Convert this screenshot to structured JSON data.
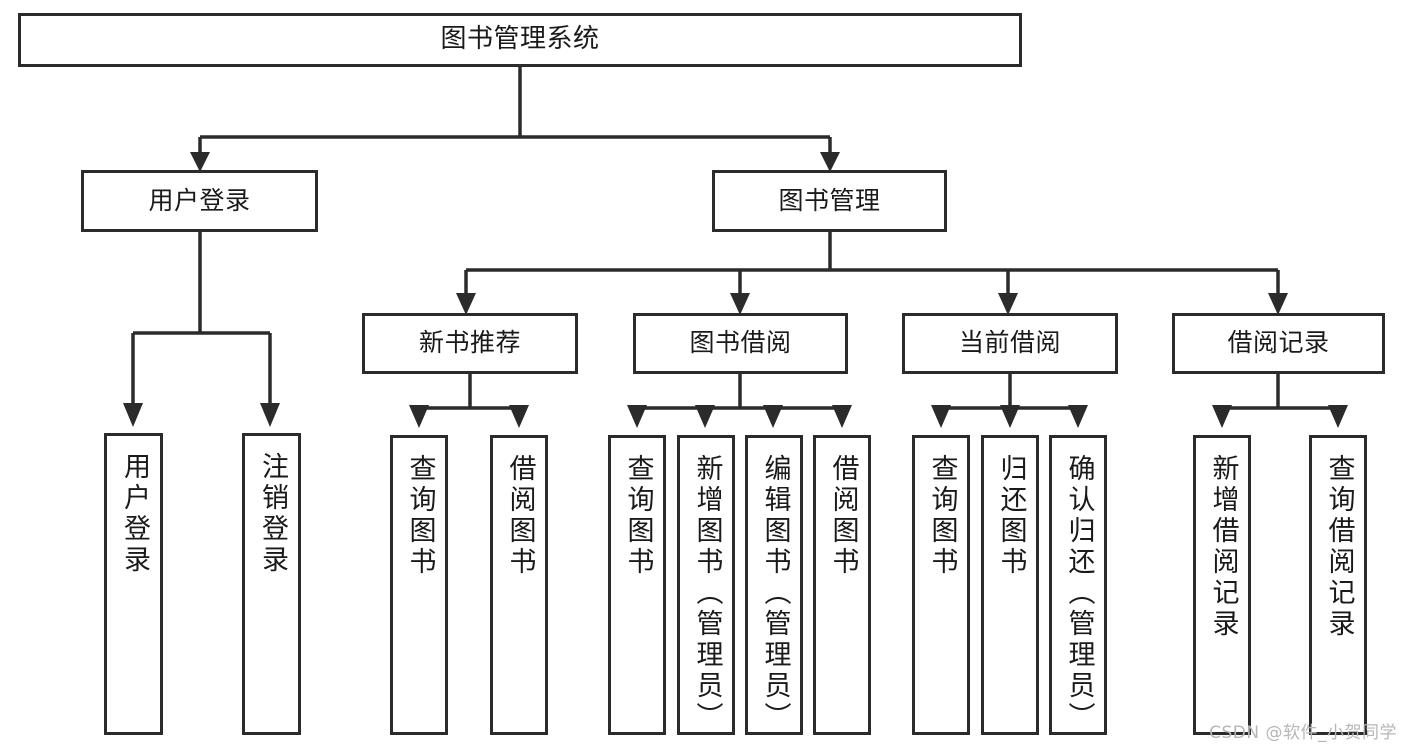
{
  "diagram": {
    "title": "图书管理系统",
    "type": "tree-hierarchy-diagram",
    "colors": {
      "stroke": "#2b2b2b",
      "fill": "#ffffff",
      "text": "#1a1a1a",
      "watermark": "#b6b6b6"
    },
    "watermark": "CSDN @软件_小贺同学"
  },
  "nodes": {
    "root": {
      "label": "图书管理系统"
    },
    "level2": [
      {
        "id": "user-login",
        "label": "用户登录"
      },
      {
        "id": "book-management",
        "label": "图书管理"
      }
    ],
    "level3": [
      {
        "id": "new-book-recommend",
        "label": "新书推荐"
      },
      {
        "id": "book-borrow",
        "label": "图书借阅"
      },
      {
        "id": "current-borrow",
        "label": "当前借阅"
      },
      {
        "id": "borrow-record",
        "label": "借阅记录"
      }
    ],
    "leaves": {
      "user-login": [
        {
          "id": "leaf-user-login",
          "label": "用户登录"
        },
        {
          "id": "leaf-user-logout",
          "label": "注销登录"
        }
      ],
      "new-book-recommend": [
        {
          "id": "leaf-query-book-1",
          "label": "查询图书"
        },
        {
          "id": "leaf-borrow-book-1",
          "label": "借阅图书"
        }
      ],
      "book-borrow": [
        {
          "id": "leaf-query-book-2",
          "label": "查询图书"
        },
        {
          "id": "leaf-add-book",
          "label": "新增图书（管理员）"
        },
        {
          "id": "leaf-edit-book",
          "label": "编辑图书（管理员）"
        },
        {
          "id": "leaf-borrow-book-2",
          "label": "借阅图书"
        }
      ],
      "current-borrow": [
        {
          "id": "leaf-query-book-3",
          "label": "查询图书"
        },
        {
          "id": "leaf-return-book",
          "label": "归还图书"
        },
        {
          "id": "leaf-confirm-return",
          "label": "确认归还（管理员）"
        }
      ],
      "borrow-record": [
        {
          "id": "leaf-add-record",
          "label": "新增借阅记录"
        },
        {
          "id": "leaf-query-record",
          "label": "查询借阅记录"
        }
      ]
    }
  }
}
